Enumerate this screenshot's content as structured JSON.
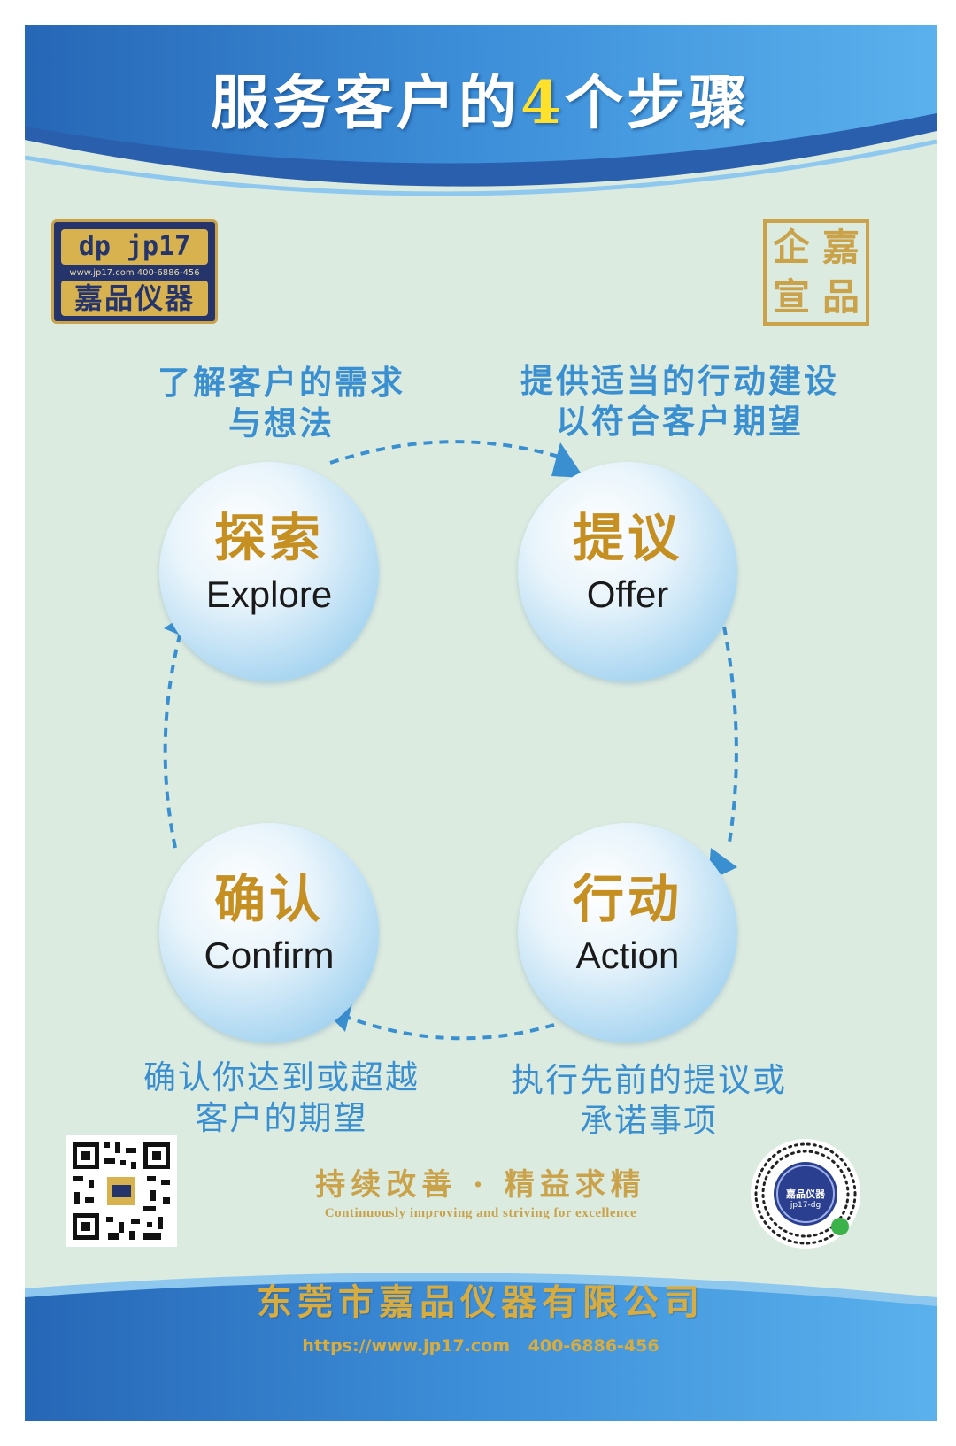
{
  "title": {
    "prefix": "服务客户的",
    "highlight": "4",
    "suffix": "个步骤"
  },
  "logo_left": {
    "brand": "dp jp17",
    "url": "www.jp17.com  400-6886-456",
    "name": "嘉品仪器"
  },
  "stamp": {
    "chars": [
      "企",
      "嘉",
      "宣",
      "品"
    ]
  },
  "steps": [
    {
      "zh": "探索",
      "en": "Explore",
      "caption": [
        "了解客户的需求",
        "与想法"
      ]
    },
    {
      "zh": "提议",
      "en": "Offer",
      "caption": [
        "提供适当的行动建设",
        "以符合客户期望"
      ]
    },
    {
      "zh": "行动",
      "en": "Action",
      "caption": [
        "执行先前的提议或",
        "承诺事项"
      ]
    },
    {
      "zh": "确认",
      "en": "Confirm",
      "caption": [
        "确认你达到或超越",
        "客户的期望"
      ]
    }
  ],
  "motto": {
    "zh": "持续改善 · 精益求精",
    "en": "Continuously improving and striving for excellence"
  },
  "mini_program": {
    "label": "嘉品仪器",
    "id": "jp17-dg"
  },
  "footer": {
    "company": "东莞市嘉品仪器有限公司",
    "url": "https://www.jp17.com",
    "phone": "400-6886-456"
  },
  "colors": {
    "primary_blue": "#2a72c0",
    "light_blue": "#3a8fd0",
    "gold": "#c58f22",
    "background": "#dcebe0"
  }
}
